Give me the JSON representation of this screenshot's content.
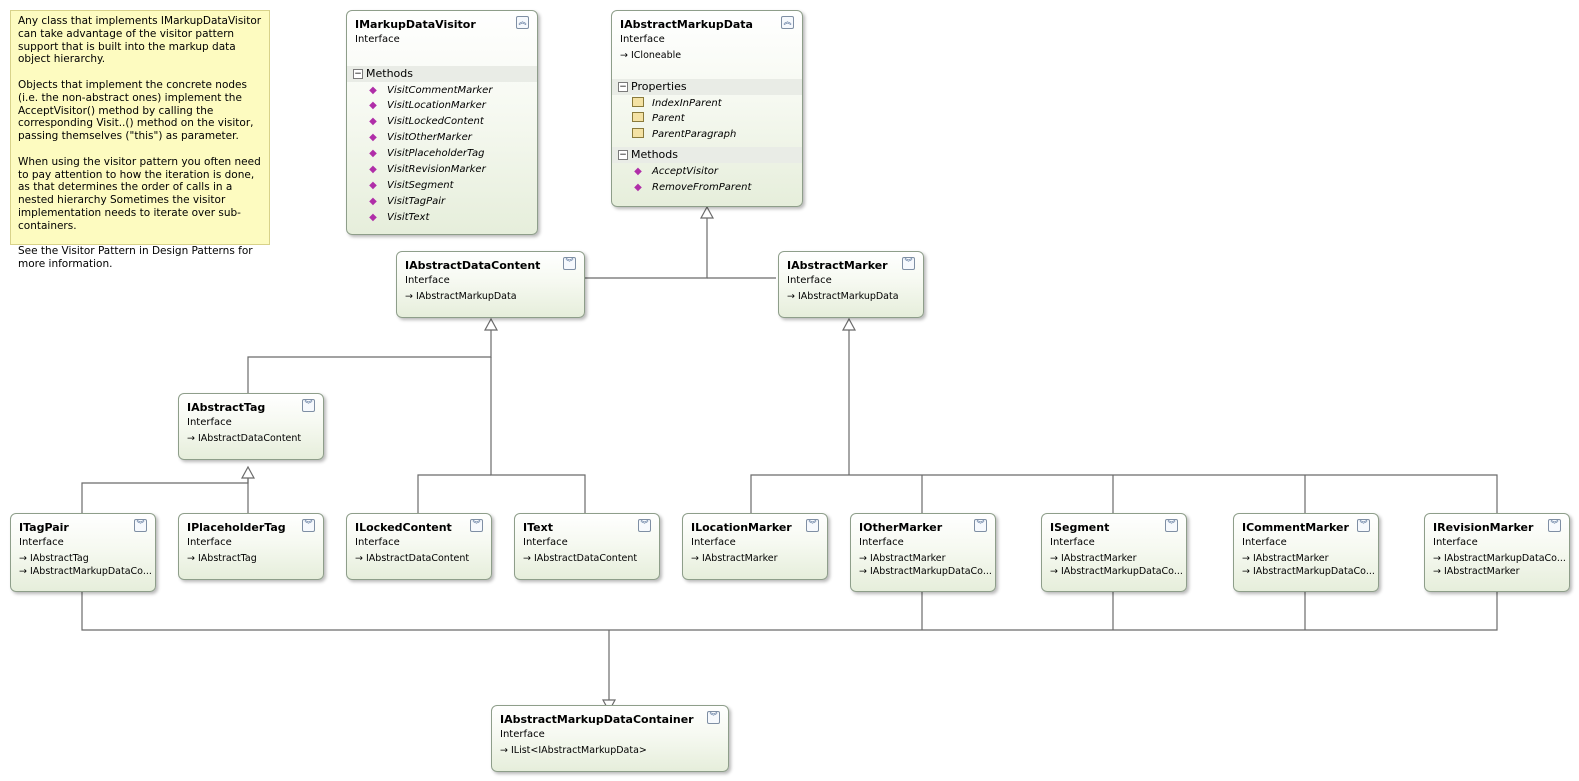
{
  "note": {
    "paragraphs": [
      "Any class that implements IMarkupDataVisitor can take advantage of the visitor pattern support that is built into the markup data object hierarchy.",
      "Objects that implement the concrete nodes (i.e. the non-abstract ones) implement the AcceptVisitor() method by calling the corresponding Visit..() method on the visitor, passing themselves (\"this\") as parameter.",
      "When using the visitor pattern you often need to pay attention to how the iteration is done, as that determines the order of calls in a nested hierarchy Sometimes the visitor implementation needs to iterate over sub-containers.",
      "See the Visitor Pattern in Design Patterns for more information."
    ]
  },
  "boxes": {
    "imarkupdatavisitor": {
      "name": "IMarkupDataVisitor",
      "stereotype": "Interface",
      "methods_label": "Methods",
      "methods": [
        "VisitCommentMarker",
        "VisitLocationMarker",
        "VisitLockedContent",
        "VisitOtherMarker",
        "VisitPlaceholderTag",
        "VisitRevisionMarker",
        "VisitSegment",
        "VisitTagPair",
        "VisitText"
      ]
    },
    "iabstractmarkupdata": {
      "name": "IAbstractMarkupData",
      "stereotype": "Interface",
      "base": "ICloneable",
      "properties_label": "Properties",
      "properties": [
        "IndexInParent",
        "Parent",
        "ParentParagraph"
      ],
      "methods_label": "Methods",
      "methods": [
        "AcceptVisitor",
        "RemoveFromParent"
      ]
    },
    "iabstractdatacontent": {
      "name": "IAbstractDataContent",
      "stereotype": "Interface",
      "bases": [
        "IAbstractMarkupData"
      ]
    },
    "iabstractmarker": {
      "name": "IAbstractMarker",
      "stereotype": "Interface",
      "bases": [
        "IAbstractMarkupData"
      ]
    },
    "iabstracttag": {
      "name": "IAbstractTag",
      "stereotype": "Interface",
      "bases": [
        "IAbstractDataContent"
      ]
    },
    "itagpair": {
      "name": "ITagPair",
      "stereotype": "Interface",
      "bases": [
        "IAbstractTag",
        "IAbstractMarkupDataCo..."
      ]
    },
    "iplaceholdertag": {
      "name": "IPlaceholderTag",
      "stereotype": "Interface",
      "bases": [
        "IAbstractTag"
      ]
    },
    "ilockedcontent": {
      "name": "ILockedContent",
      "stereotype": "Interface",
      "bases": [
        "IAbstractDataContent"
      ]
    },
    "itext": {
      "name": "IText",
      "stereotype": "Interface",
      "bases": [
        "IAbstractDataContent"
      ]
    },
    "ilocationmarker": {
      "name": "ILocationMarker",
      "stereotype": "Interface",
      "bases": [
        "IAbstractMarker"
      ]
    },
    "iothermarker": {
      "name": "IOtherMarker",
      "stereotype": "Interface",
      "bases": [
        "IAbstractMarker",
        "IAbstractMarkupDataCo..."
      ]
    },
    "isegment": {
      "name": "ISegment",
      "stereotype": "Interface",
      "bases": [
        "IAbstractMarker",
        "IAbstractMarkupDataCo..."
      ]
    },
    "icommentmarker": {
      "name": "ICommentMarker",
      "stereotype": "Interface",
      "bases": [
        "IAbstractMarker",
        "IAbstractMarkupDataCo..."
      ]
    },
    "irevisionmarker": {
      "name": "IRevisionMarker",
      "stereotype": "Interface",
      "bases": [
        "IAbstractMarkupDataCo...",
        "IAbstractMarker"
      ]
    },
    "iabstractmarkupdatacontainer": {
      "name": "IAbstractMarkupDataContainer",
      "stereotype": "Interface",
      "bases": [
        "IList<IAbstractMarkupData>"
      ]
    }
  },
  "icons": {
    "collapse": "chevron-up-icon",
    "expand": "chevron-down-icon",
    "method": "method-icon",
    "property": "property-icon",
    "inherit_arrow": "arrow-right-icon"
  },
  "colors": {
    "note_background": "#fdfbc0",
    "box_gradient_end": "#e6eedb",
    "connector": "#6b6b6b"
  }
}
